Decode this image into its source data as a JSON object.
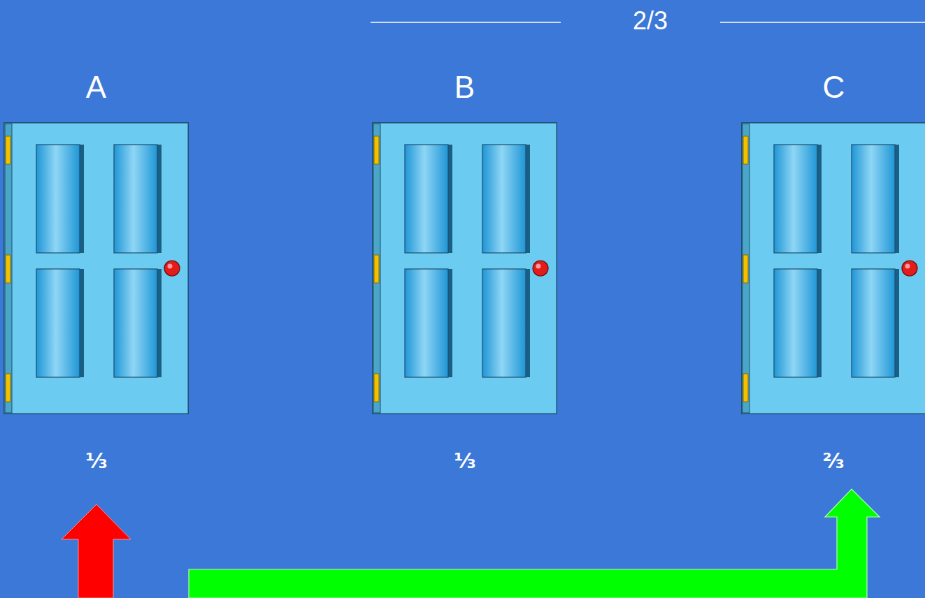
{
  "diagram": {
    "nodes": [
      {
        "text": [
          "A"
        ]
      },
      {
        "text": [
          "B"
        ]
      },
      {
        "text": [
          "C"
        ]
      }
    ],
    "labels": [
      "2/3",
      "⅓",
      "⅓",
      "⅔"
    ]
  }
}
